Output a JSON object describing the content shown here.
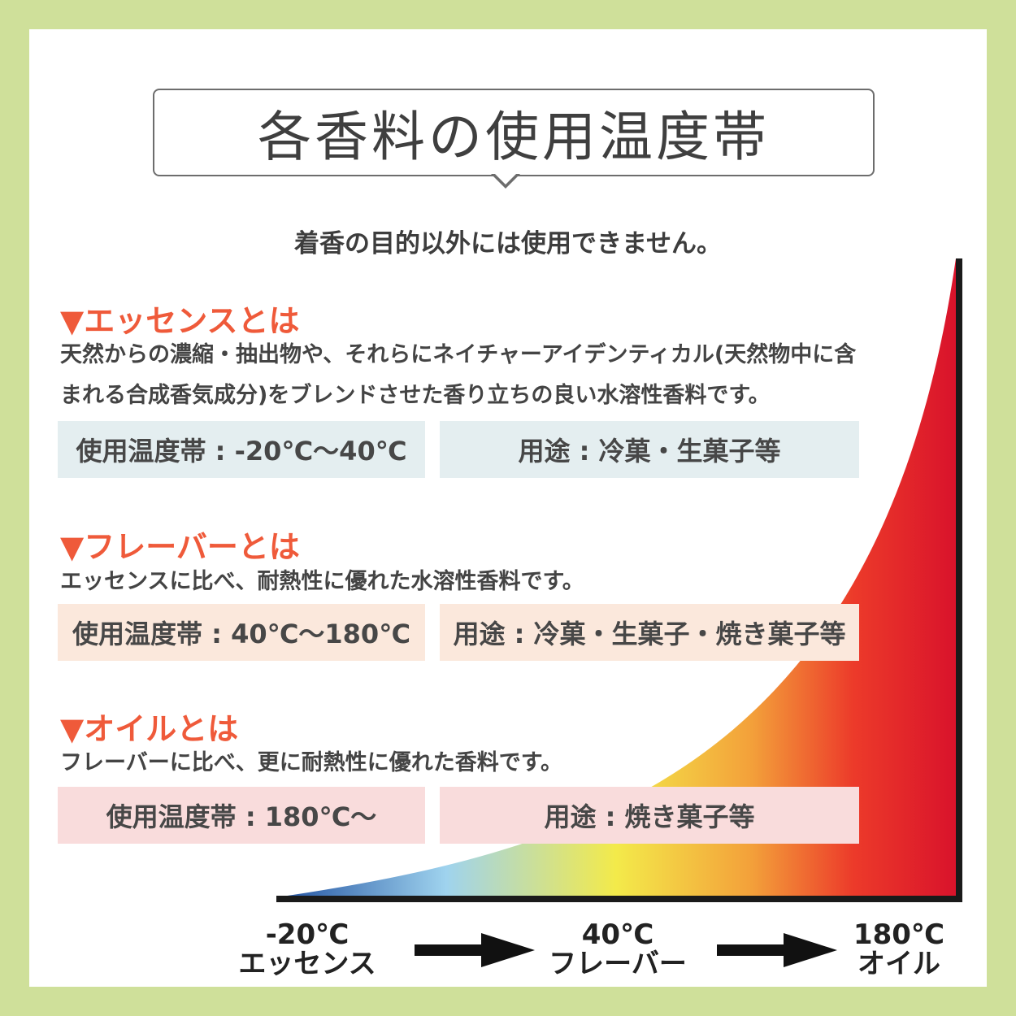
{
  "title": "各香料の使用温度帯",
  "subtitle": "着香の目的以外には使用できません。",
  "sections": [
    {
      "heading": "▼エッセンスとは",
      "description": "天然からの濃縮・抽出物や、それらにネイチャーアイデンティカル(天然物中に含まれる合成香気成分)をブレンドさせた香り立ちの良い水溶性香料です。",
      "temp": "使用温度帯 : -20℃〜40℃",
      "usage": "用途 : 冷菓・生菓子等",
      "box_color": "#e4eef0"
    },
    {
      "heading": "▼フレーバーとは",
      "description": "エッセンスに比べ、耐熱性に優れた水溶性香料です。",
      "temp": "使用温度帯 : 40℃〜180℃",
      "usage": "用途 : 冷菓・生菓子・焼き菓子等",
      "box_color": "#fbe8dc"
    },
    {
      "heading": "▼オイルとは",
      "description": "フレーバーに比べ、更に耐熱性に優れた香料です。",
      "temp": "使用温度帯 : 180℃〜",
      "usage": "用途 : 焼き菓子等",
      "box_color": "#f9dcdc"
    }
  ],
  "axis": {
    "labels": [
      {
        "temp": "-20℃",
        "name": "エッセンス"
      },
      {
        "temp": "40℃",
        "name": "フレーバー"
      },
      {
        "temp": "180℃",
        "name": "オイル"
      }
    ]
  },
  "colors": {
    "background": "#cfe09a",
    "accent": "#ef5a3a",
    "gradient": [
      "#1f4fa0",
      "#9fd3ee",
      "#f3ea4a",
      "#f3a03a",
      "#ec3a2a",
      "#d9132b"
    ]
  },
  "icons": [
    "speech-tail-icon",
    "arrow-right-icon"
  ]
}
